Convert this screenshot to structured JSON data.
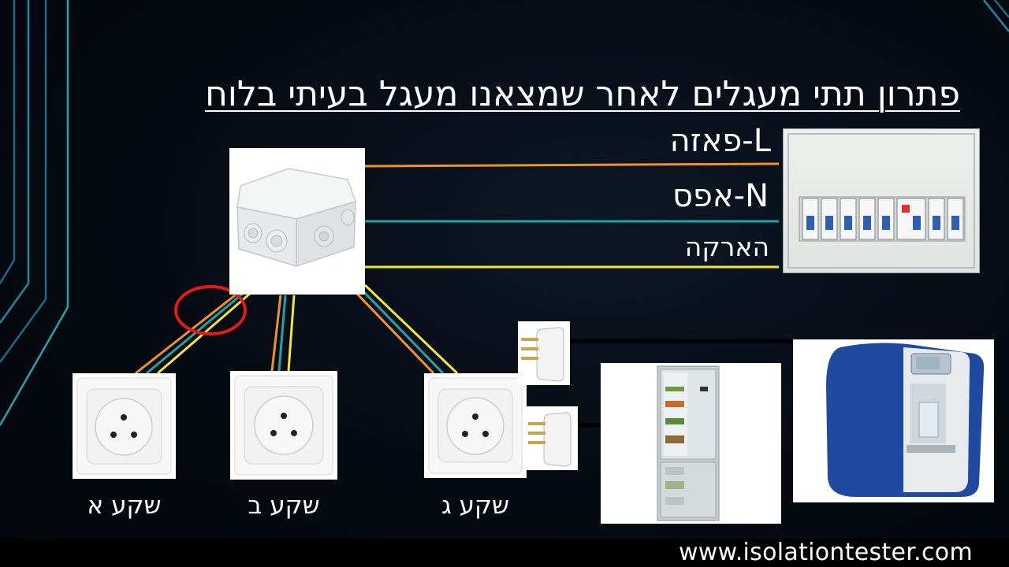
{
  "title": "פתרון תתי מעגלים לאחר שמצאנו מעגל בעיתי בלוח",
  "wires": {
    "phase_label": "L-פאזה",
    "neutral_label": "N-אפס",
    "earth_label": "הארקה",
    "phase_color": "#f0922b",
    "neutral_color": "#1ba5a8",
    "earth_color": "#f2e63a"
  },
  "fault_marker_color": "#e01b1b",
  "sockets": [
    {
      "label": "שקע א"
    },
    {
      "label": "שקע ב"
    },
    {
      "label": "שקע ג"
    }
  ],
  "appliances": [
    "refrigerator",
    "water-dispenser"
  ],
  "footer_url": "www.isolationtester.com"
}
